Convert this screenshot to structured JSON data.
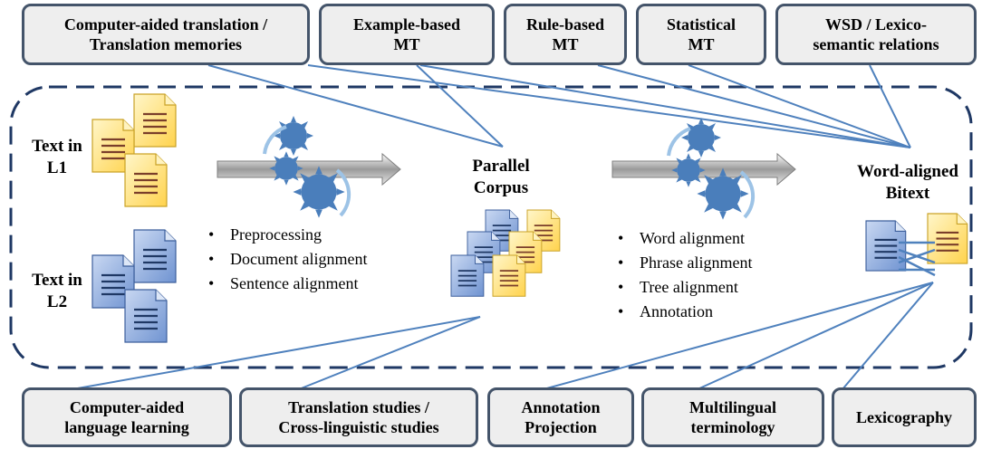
{
  "top_boxes": [
    {
      "label": "Computer-aided translation /\nTranslation memories"
    },
    {
      "label": "Example-based\nMT"
    },
    {
      "label": "Rule-based\nMT"
    },
    {
      "label": "Statistical\nMT"
    },
    {
      "label": "WSD / Lexico-\nsemantic relations"
    }
  ],
  "bottom_boxes": [
    {
      "label": "Computer-aided\nlanguage learning"
    },
    {
      "label": "Translation studies /\nCross-linguistic studies"
    },
    {
      "label": "Annotation\nProjection"
    },
    {
      "label": "Multilingual\nterminology"
    },
    {
      "label": "Lexicography"
    }
  ],
  "center": {
    "text_l1": "Text in\nL1",
    "text_l2": "Text in\nL2",
    "parallel_corpus": "Parallel\nCorpus",
    "word_aligned_bitext": "Word-aligned\nBitext"
  },
  "steps_left": [
    "Preprocessing",
    "Document alignment",
    "Sentence alignment"
  ],
  "steps_right": [
    "Word alignment",
    "Phrase alignment",
    "Tree alignment",
    "Annotation"
  ],
  "colors": {
    "box_border": "#44546a",
    "box_fill": "#eeeeee",
    "connector": "#4f81bd",
    "doc_yellow": "#ffd966",
    "doc_blue": "#8eaadb",
    "gear": "#4a7ebb",
    "arrow": "#a6a6a6"
  }
}
